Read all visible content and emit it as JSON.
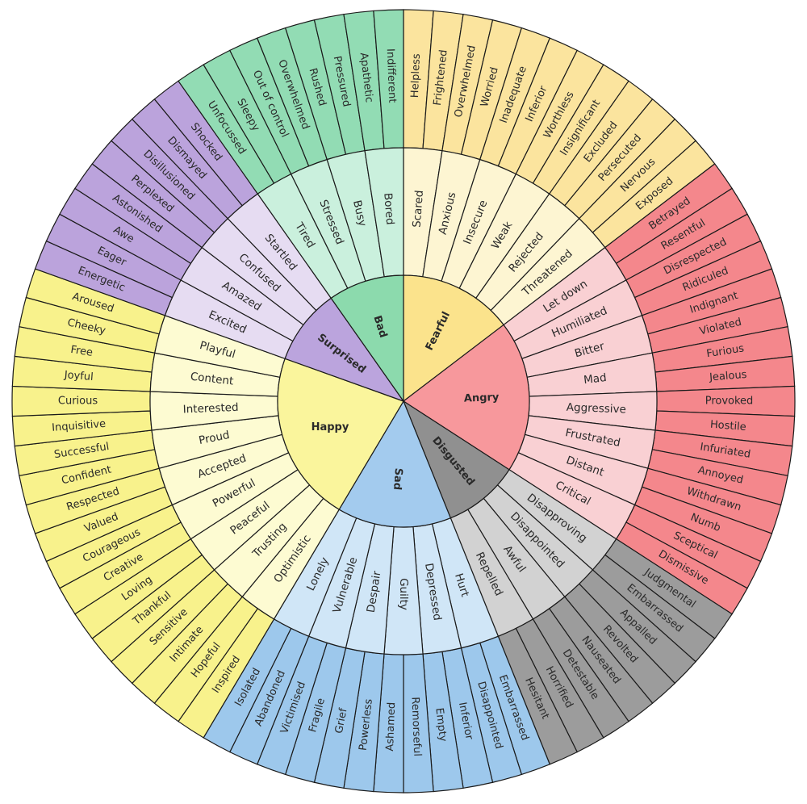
{
  "wheel": [
    {
      "label": "Fearful",
      "colors": {
        "inner": "#fbe38c",
        "middle": "#fdf5d2",
        "outer": "#fbe49e"
      },
      "children": [
        {
          "label": "Scared",
          "children": [
            "Helpless",
            "Frightened"
          ]
        },
        {
          "label": "Anxious",
          "children": [
            "Overwhelmed",
            "Worried"
          ]
        },
        {
          "label": "Insecure",
          "children": [
            "Inadequate",
            "Inferior"
          ]
        },
        {
          "label": "Weak",
          "children": [
            "Worthless",
            "Insignificant"
          ]
        },
        {
          "label": "Rejected",
          "children": [
            "Excluded",
            "Persecuted"
          ]
        },
        {
          "label": "Threatened",
          "children": [
            "Nervous",
            "Exposed"
          ]
        }
      ]
    },
    {
      "label": "Angry",
      "colors": {
        "inner": "#f7989c",
        "middle": "#f9d0d3",
        "outer": "#f4878c"
      },
      "children": [
        {
          "label": "Let down",
          "children": [
            "Betrayed",
            "Resentful"
          ]
        },
        {
          "label": "Humiliated",
          "children": [
            "Disrespected",
            "Ridiculed"
          ]
        },
        {
          "label": "Bitter",
          "children": [
            "Indignant",
            "Violated"
          ]
        },
        {
          "label": "Mad",
          "children": [
            "Furious",
            "Jealous"
          ]
        },
        {
          "label": "Aggressive",
          "children": [
            "Provoked",
            "Hostile"
          ]
        },
        {
          "label": "Frustrated",
          "children": [
            "Infuriated",
            "Annoyed"
          ]
        },
        {
          "label": "Distant",
          "children": [
            "Withdrawn",
            "Numb"
          ]
        },
        {
          "label": "Critical",
          "children": [
            "Sceptical",
            "Dismissive"
          ]
        }
      ]
    },
    {
      "label": "Disgusted",
      "colors": {
        "inner": "#909090",
        "middle": "#d2d2d2",
        "outer": "#9c9c9c"
      },
      "children": [
        {
          "label": "Disapproving",
          "children": [
            "Judgmental",
            "Embarrassed"
          ]
        },
        {
          "label": "Disappointed",
          "children": [
            "Appalled",
            "Revolted"
          ]
        },
        {
          "label": "Awful",
          "children": [
            "Nauseated",
            "Detestable"
          ]
        },
        {
          "label": "Repelled",
          "children": [
            "Horrified",
            "Hesitant"
          ]
        }
      ]
    },
    {
      "label": "Sad",
      "colors": {
        "inner": "#a3cbee",
        "middle": "#d0e6f7",
        "outer": "#9dc8ec"
      },
      "children": [
        {
          "label": "Hurt",
          "children": [
            "Embarrassed",
            "Disappointed"
          ]
        },
        {
          "label": "Depressed",
          "children": [
            "Inferior",
            "Empty"
          ]
        },
        {
          "label": "Guilty",
          "children": [
            "Remorseful",
            "Ashamed"
          ]
        },
        {
          "label": "Despair",
          "children": [
            "Powerless",
            "Grief"
          ]
        },
        {
          "label": "Vulnerable",
          "children": [
            "Fragile",
            "Victimised"
          ]
        },
        {
          "label": "Lonely",
          "children": [
            "Abandoned",
            "Isolated"
          ]
        }
      ]
    },
    {
      "label": "Happy",
      "colors": {
        "inner": "#faf59c",
        "middle": "#fdfbd2",
        "outer": "#f8f28c"
      },
      "children": [
        {
          "label": "Optimistic",
          "children": [
            "Inspired",
            "Hopeful"
          ]
        },
        {
          "label": "Trusting",
          "children": [
            "Intimate",
            "Sensitive"
          ]
        },
        {
          "label": "Peaceful",
          "children": [
            "Thankful",
            "Loving"
          ]
        },
        {
          "label": "Powerful",
          "children": [
            "Creative",
            "Courageous"
          ]
        },
        {
          "label": "Accepted",
          "children": [
            "Valued",
            "Respected"
          ]
        },
        {
          "label": "Proud",
          "children": [
            "Confident",
            "Successful"
          ]
        },
        {
          "label": "Interested",
          "children": [
            "Inquisitive",
            "Curious"
          ]
        },
        {
          "label": "Content",
          "children": [
            "Joyful",
            "Free"
          ]
        },
        {
          "label": "Playful",
          "children": [
            "Cheeky",
            "Aroused"
          ]
        }
      ]
    },
    {
      "label": "Surprised",
      "colors": {
        "inner": "#bba4dd",
        "middle": "#e6dcf2",
        "outer": "#bba3dc"
      },
      "children": [
        {
          "label": "Excited",
          "children": [
            "Energetic",
            "Eager"
          ]
        },
        {
          "label": "Amazed",
          "children": [
            "Awe",
            "Astonished"
          ]
        },
        {
          "label": "Confused",
          "children": [
            "Perplexed",
            "Disillusioned"
          ]
        },
        {
          "label": "Startled",
          "children": [
            "Dismayed",
            "Shocked"
          ]
        }
      ]
    },
    {
      "label": "Bad",
      "colors": {
        "inner": "#8cdaad",
        "middle": "#caf0dd",
        "outer": "#92dcb4"
      },
      "children": [
        {
          "label": "Tired",
          "children": [
            "Unfocussed",
            "Sleepy"
          ]
        },
        {
          "label": "Stressed",
          "children": [
            "Out of control",
            "Overwhelmed"
          ]
        },
        {
          "label": "Busy",
          "children": [
            "Rushed",
            "Pressured"
          ]
        },
        {
          "label": "Bored",
          "children": [
            "Apathetic",
            "Indifferent"
          ]
        }
      ]
    }
  ]
}
